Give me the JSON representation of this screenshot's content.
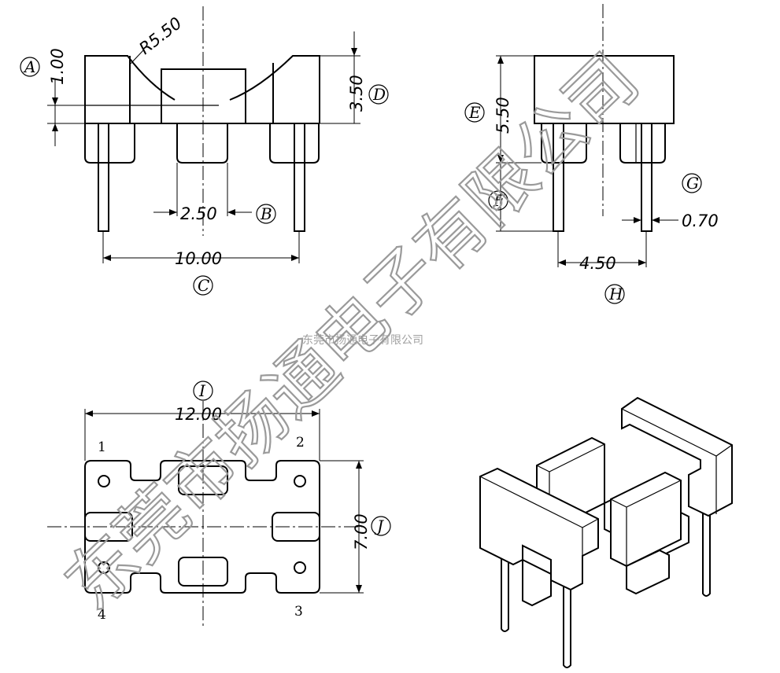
{
  "dimensions": {
    "a": "1.00",
    "r": "R5.50",
    "d": "3.50",
    "b": "2.50",
    "c": "10.00",
    "e": "5.50",
    "g": "0.70",
    "h": "4.50",
    "i": "12.00",
    "j": "7.00"
  },
  "labels": {
    "A": "A",
    "B": "B",
    "C": "C",
    "D": "D",
    "E": "E",
    "F": "F",
    "G": "G",
    "H": "H",
    "I": "I",
    "J": "J"
  },
  "pins": [
    "1",
    "2",
    "3",
    "4"
  ],
  "watermark": {
    "small": "东莞市扬通电子有限公司",
    "large": "东莞市扬通电子有限公司"
  },
  "colors": {
    "line": "#000000",
    "watermark": "#9a9a9a",
    "background": "#ffffff"
  }
}
